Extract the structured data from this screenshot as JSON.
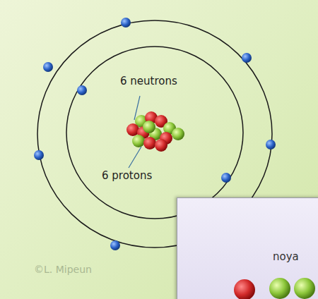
{
  "diagram": {
    "nodes": [
      {
        "text": [
          "noya"
        ]
      }
    ],
    "labels": [
      "6 neutrons",
      "6 protons",
      "©L. Mipeun"
    ]
  }
}
